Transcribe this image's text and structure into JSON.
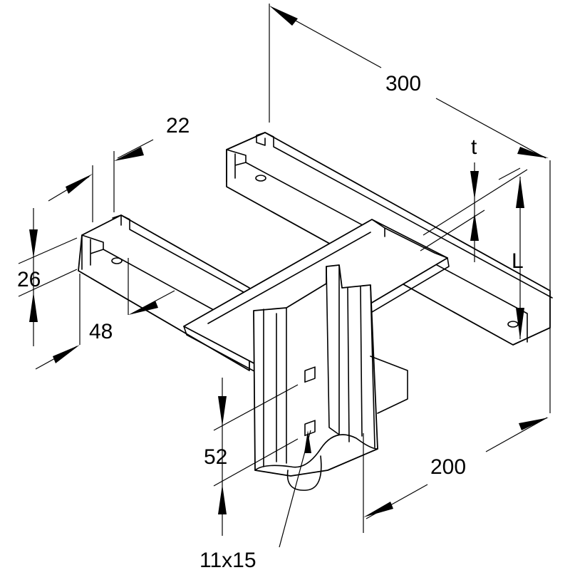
{
  "dimensions": {
    "d300": "300",
    "d22": "22",
    "t": "t",
    "L": "L",
    "d26": "26",
    "d48": "48",
    "d52": "52",
    "d200": "200",
    "d11x15": "11x15"
  }
}
